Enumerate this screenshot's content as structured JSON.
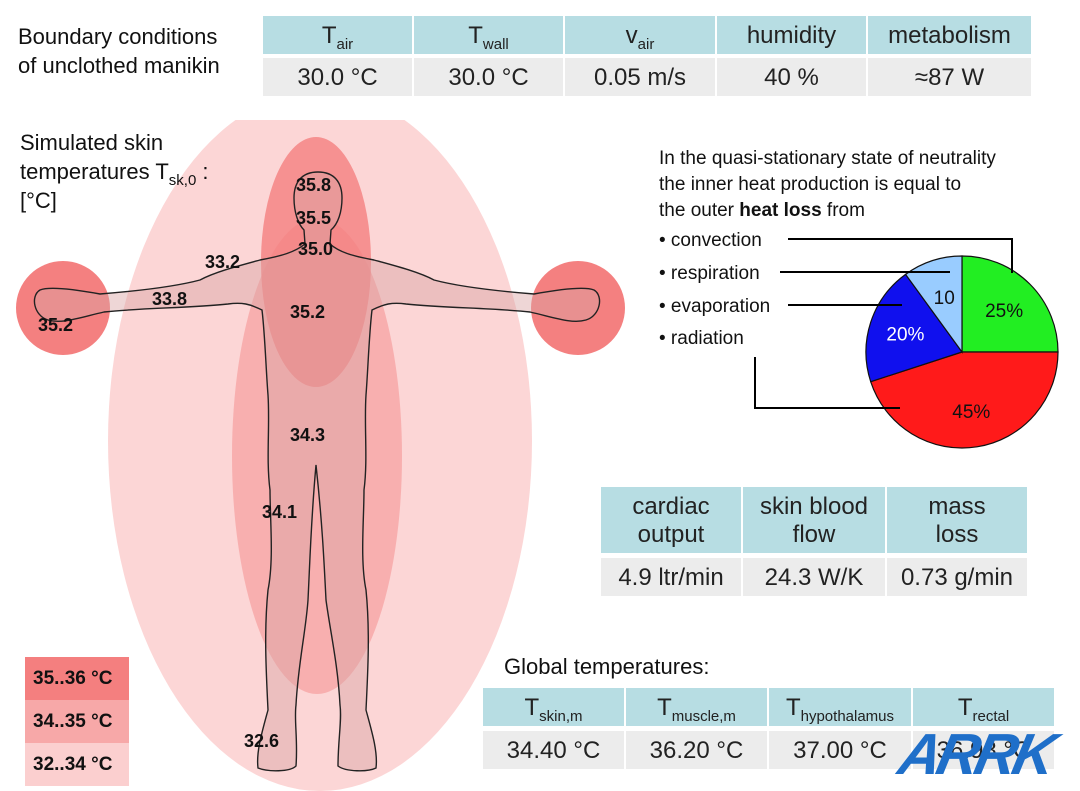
{
  "boundary": {
    "title_line1": "Boundary conditions",
    "title_line2": "of unclothed manikin",
    "headers": [
      {
        "main": "T",
        "sub": "air"
      },
      {
        "main": "T",
        "sub": "wall"
      },
      {
        "main": "v",
        "sub": "air"
      },
      {
        "main": "humidity",
        "sub": ""
      },
      {
        "main": "metabolism",
        "sub": ""
      }
    ],
    "values": [
      "30.0 °C",
      "30.0 °C",
      "0.05 m/s",
      "40 %",
      "≈87 W"
    ]
  },
  "skin": {
    "title_line1": "Simulated skin",
    "title_line2_main": "temperatures T",
    "title_line2_sub": "sk,0",
    "title_line2_suffix": " :",
    "title_line3": "[°C]",
    "labels": [
      {
        "id": "head-top",
        "value": "35.8"
      },
      {
        "id": "face",
        "value": "35.5"
      },
      {
        "id": "neck",
        "value": "35.0"
      },
      {
        "id": "shoulder",
        "value": "33.2"
      },
      {
        "id": "upper-arm",
        "value": "33.8"
      },
      {
        "id": "hand",
        "value": "35.2"
      },
      {
        "id": "chest",
        "value": "35.2"
      },
      {
        "id": "abdomen",
        "value": "34.3"
      },
      {
        "id": "thigh",
        "value": "34.1"
      },
      {
        "id": "foot",
        "value": "32.6"
      }
    ],
    "legend": [
      {
        "label": "35..36 °C",
        "color": "#f47f7f"
      },
      {
        "label": "34..35 °C",
        "color": "#f7a8a8"
      },
      {
        "label": "32..34 °C",
        "color": "#fbcfcf"
      }
    ]
  },
  "heat_loss": {
    "text_line1": "In the quasi-stationary state of neutrality",
    "text_line2": "the inner heat production is equal to",
    "text_line3_pre": "the outer ",
    "text_line3_bold": "heat loss",
    "text_line3_post": " from",
    "items": [
      "• convection",
      "• respiration",
      "• evaporation",
      "• radiation"
    ]
  },
  "chart_data": {
    "type": "pie",
    "slices": [
      {
        "name": "convection",
        "label": "25%",
        "value": 25,
        "color": "#22ee22"
      },
      {
        "name": "radiation",
        "label": "45%",
        "value": 45,
        "color": "#ff1a1a"
      },
      {
        "name": "evaporation",
        "label": "20%",
        "value": 20,
        "color": "#1010ee"
      },
      {
        "name": "respiration",
        "label": "10",
        "value": 10,
        "color": "#99ccff"
      }
    ]
  },
  "physio": {
    "headers": [
      {
        "line1": "cardiac",
        "line2": "output"
      },
      {
        "line1": "skin blood",
        "line2": "flow"
      },
      {
        "line1": "mass",
        "line2": "loss"
      }
    ],
    "values": [
      "4.9 ltr/min",
      "24.3 W/K",
      "0.73 g/min"
    ]
  },
  "global": {
    "title": "Global temperatures:",
    "headers": [
      {
        "main": "T",
        "sub": "skin,m"
      },
      {
        "main": "T",
        "sub": "muscle,m"
      },
      {
        "main": "T",
        "sub": "hypothalamus"
      },
      {
        "main": "T",
        "sub": "rectal"
      }
    ],
    "values": [
      "34.40 °C",
      "36.20 °C",
      "37.00 °C",
      "36.98 °C"
    ]
  },
  "logo": {
    "text": "ARRK",
    "color": "#1f6fc9"
  }
}
